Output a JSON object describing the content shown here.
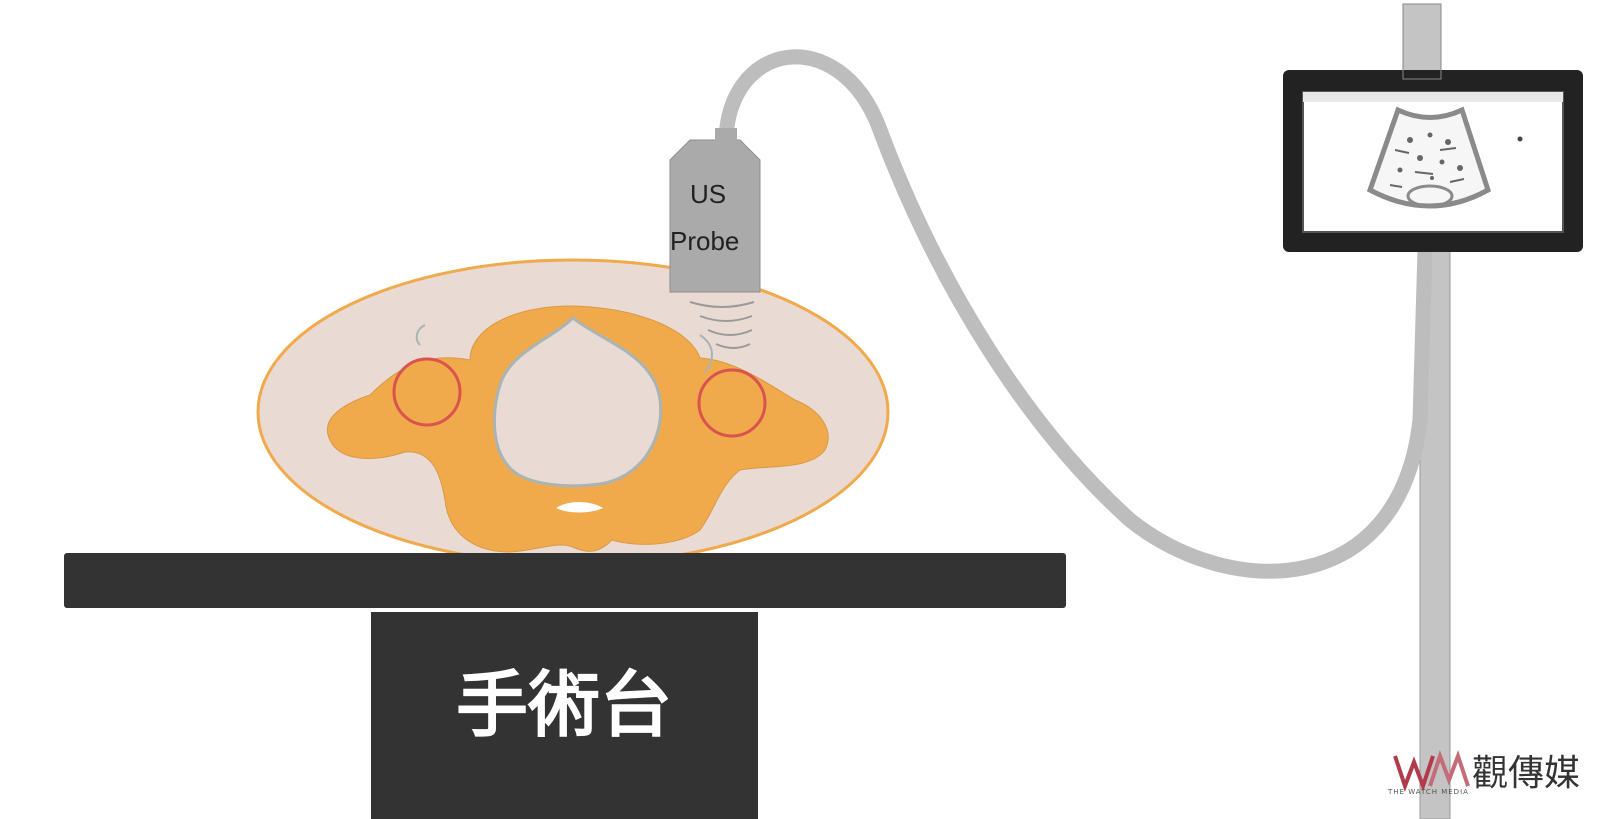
{
  "probe": {
    "line1": "US",
    "line2": "Probe"
  },
  "table": {
    "label": "手術台"
  },
  "watermark": {
    "brand": "觀傳媒",
    "tagline": "THE WATCH MEDIA"
  },
  "icons": [
    "ultrasound-probe-icon",
    "ultrasound-monitor-icon",
    "operating-table-icon",
    "spine-cross-section-icon",
    "watch-media-logo-icon"
  ],
  "colors": {
    "bone": "#F0AA4C",
    "tissue": "#E9DAD3",
    "joint_ring": "#D9534F",
    "table": "#333333",
    "cable": "#BDBDBD",
    "monitor_frame": "#222222"
  }
}
